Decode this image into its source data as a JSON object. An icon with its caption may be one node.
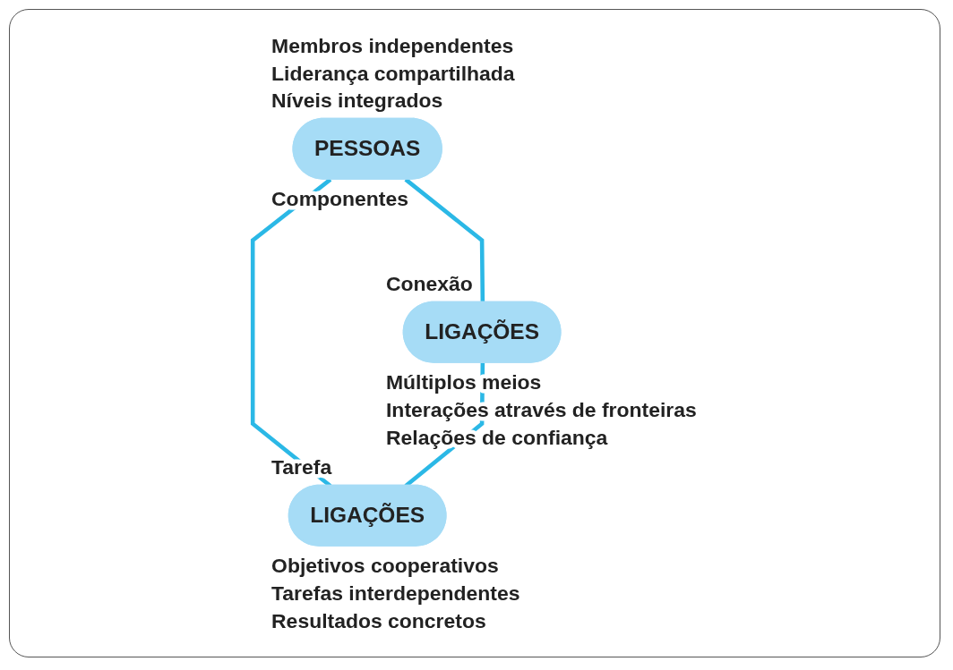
{
  "diagram": {
    "nodes": [
      {
        "text": [
          "PESSOAS"
        ],
        "beside": [
          "Membros independentes",
          "Liderança compartilhada",
          "Níveis integrados",
          "Componentes"
        ]
      },
      {
        "text": [
          "LIGAÇÕES"
        ],
        "beside": [
          "Conexão",
          "Múltiplos meios",
          "Interações através de fronteiras",
          "Relações de confiança"
        ]
      },
      {
        "text": [
          "LIGAÇÕES"
        ],
        "beside": [
          "Tarefa",
          "Objetivos cooperativos",
          "Tarefas interdependentes",
          "Resultados concretos"
        ]
      }
    ],
    "edges": [
      {
        "from": 0,
        "to": 1,
        "arrow": "none"
      },
      {
        "from": 0,
        "to": 2,
        "arrow": "none"
      },
      {
        "from": 1,
        "to": 2,
        "arrow": "none"
      }
    ]
  }
}
